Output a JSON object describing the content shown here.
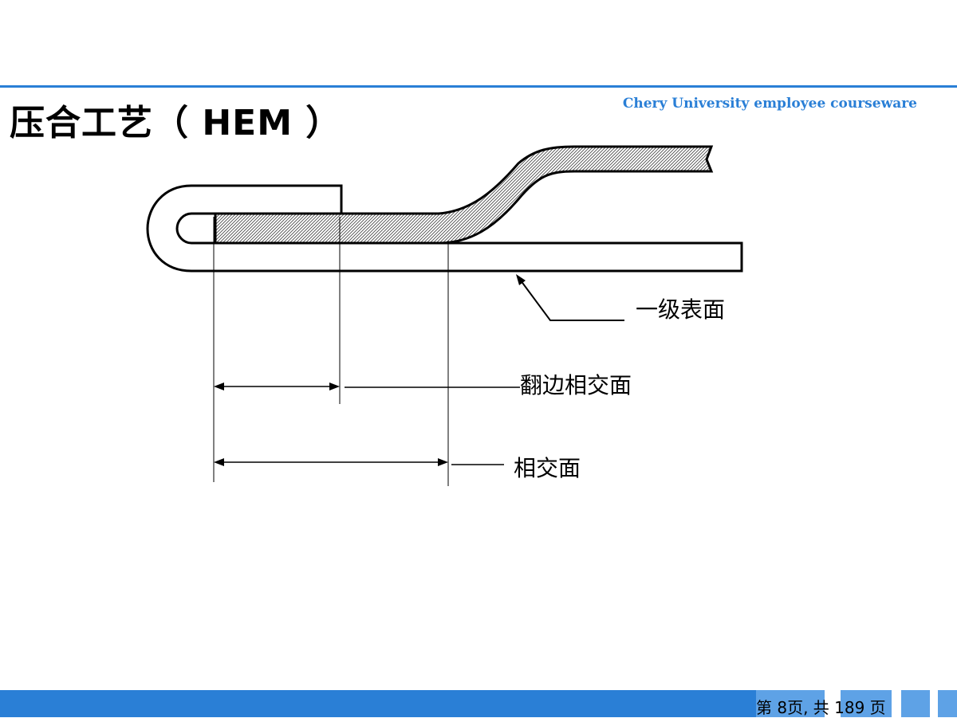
{
  "header": {
    "title": "压合工艺（ HEM ）",
    "brand": "Chery University employee courseware"
  },
  "labels": {
    "primary_surface": "一级表面",
    "flange_intersection": "翻边相交面",
    "intersection": "相交面"
  },
  "footer": {
    "page_indicator": "第 8页,  共 189 页"
  },
  "colors": {
    "accent": "#2a7fd6",
    "accent_light": "#5ea2e6",
    "stroke": "#000000"
  }
}
